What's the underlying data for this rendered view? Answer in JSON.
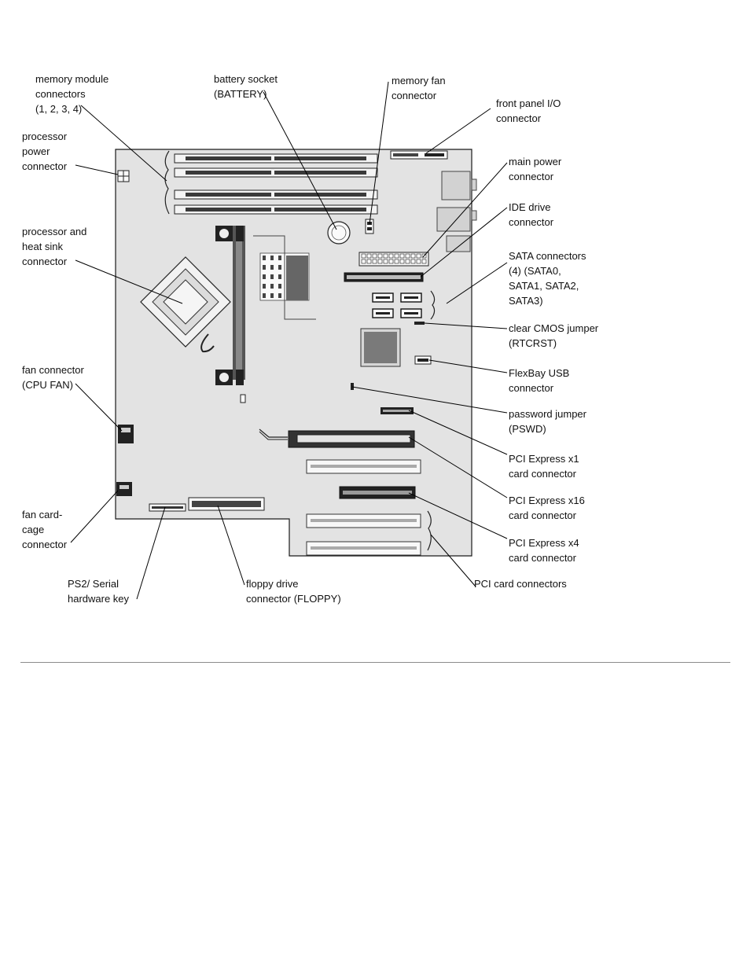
{
  "labels": {
    "memory_modules": [
      "memory module",
      "connectors",
      "(1, 2, 3, 4)"
    ],
    "battery_socket": [
      "battery socket",
      "(BATTERY)"
    ],
    "memory_fan": [
      "memory fan",
      "connector"
    ],
    "front_panel_io": [
      "front panel I/O",
      "connector"
    ],
    "processor_power": [
      "processor",
      "power",
      "connector"
    ],
    "main_power": [
      "main power",
      "connector"
    ],
    "ide_drive": [
      "IDE drive",
      "connector"
    ],
    "processor_heatsink": [
      "processor and",
      "heat sink",
      "connector"
    ],
    "sata": [
      "SATA connectors",
      "(4) (SATA0,",
      "SATA1, SATA2,",
      "SATA3)"
    ],
    "clear_cmos": [
      "clear CMOS jumper",
      "(RTCRST)"
    ],
    "cpu_fan": [
      "fan connector",
      "(CPU FAN)"
    ],
    "flexbay_usb": [
      "FlexBay USB",
      "connector"
    ],
    "password_jumper": [
      "password jumper",
      "(PSWD)"
    ],
    "pcie_x1": [
      "PCI Express x1",
      "card connector"
    ],
    "pcie_x16": [
      "PCI Express x16",
      "card connector"
    ],
    "fan_card_cage": [
      "fan card-",
      "cage",
      "connector"
    ],
    "pcie_x4": [
      "PCI Express x4",
      "card connector"
    ],
    "ps2_serial": [
      "PS2/ Serial",
      "hardware key"
    ],
    "floppy": [
      "floppy drive",
      "connector (FLOPPY)"
    ],
    "pci_card": [
      "PCI card connectors"
    ]
  },
  "colors": {
    "board": "#e3e3e3",
    "outline": "#1a1a1a",
    "component_dark": "#2b2b2b",
    "rule": "#8c8c8c"
  }
}
